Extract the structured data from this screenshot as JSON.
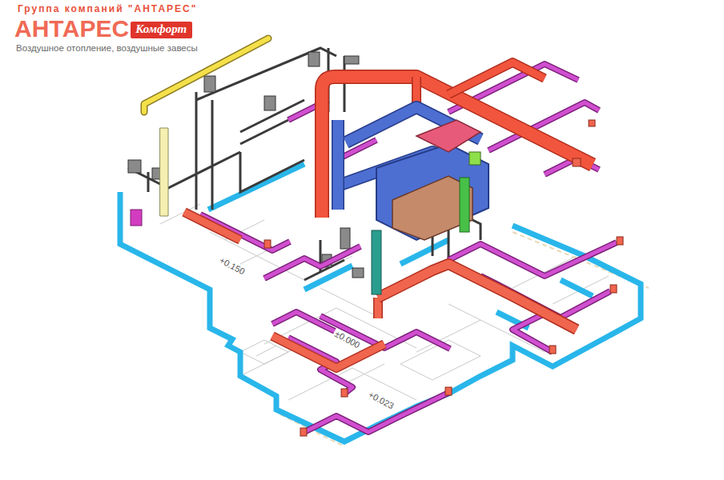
{
  "diagram": {
    "nodes": [
      {
        "text": [
          "Комфорт"
        ]
      }
    ],
    "labels": [
      "Группа компаний \"АНТАРЕС\"",
      "АНТАРЕС",
      "Воздушное отопление, воздушные завесы",
      "+0.150",
      "±0.000",
      "+0.023"
    ]
  }
}
